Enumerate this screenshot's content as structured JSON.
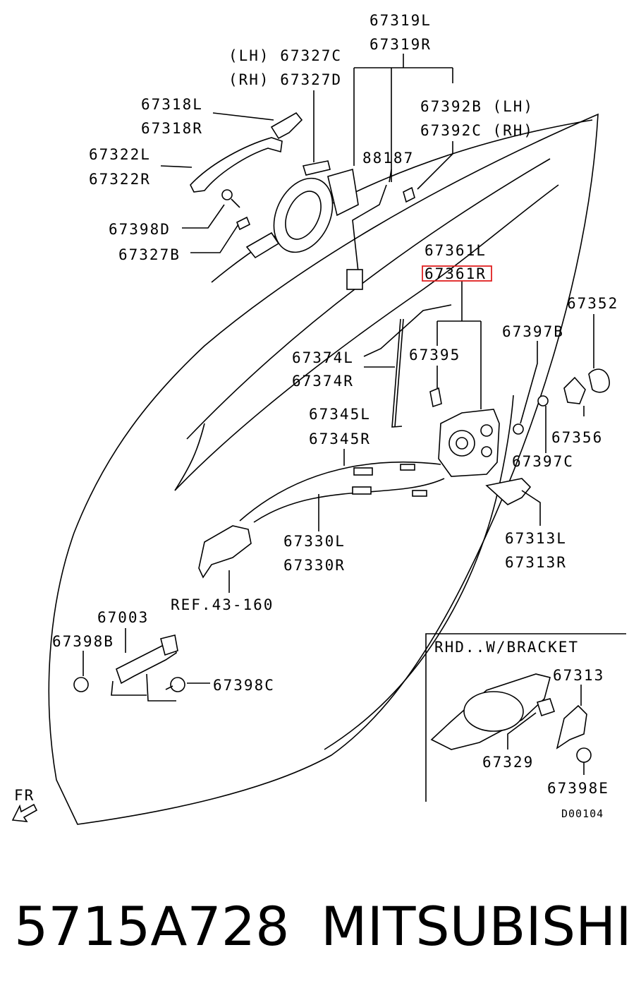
{
  "callouts": {
    "c67319L": "67319L",
    "c67319R": "67319R",
    "c67327C": "(LH) 67327C",
    "c67327D": "(RH) 67327D",
    "c67318L": "67318L",
    "c67318R": "67318R",
    "c67392B": "67392B (LH)",
    "c67392C": "67392C (RH)",
    "c67322L": "67322L",
    "c67322R": "67322R",
    "c88187": "88187",
    "c67398D": "67398D",
    "c67327B": "67327B",
    "c67361L": "67361L",
    "c67361R": "67361R",
    "c67352": "67352",
    "c67397B": "67397B",
    "c67395": "67395",
    "c67374L": "67374L",
    "c67374R": "67374R",
    "c67356": "67356",
    "c67397C": "67397C",
    "c67345L": "67345L",
    "c67345R": "67345R",
    "c67330L": "67330L",
    "c67330R": "67330R",
    "c67313L": "67313L",
    "c67313R": "67313R",
    "cREF": "REF.43-160",
    "c67003": "67003",
    "c67398B": "67398B",
    "c67398C": "67398C",
    "c67313": "67313",
    "c67329": "67329",
    "c67398E": "67398E"
  },
  "inset_title": "RHD..W/BRACKET",
  "direction_label": "FR",
  "diagram_code": "D00104",
  "highlight_color": "#e02020",
  "footer": {
    "part_number": "5715A728",
    "brand": "MITSUBISHI"
  }
}
